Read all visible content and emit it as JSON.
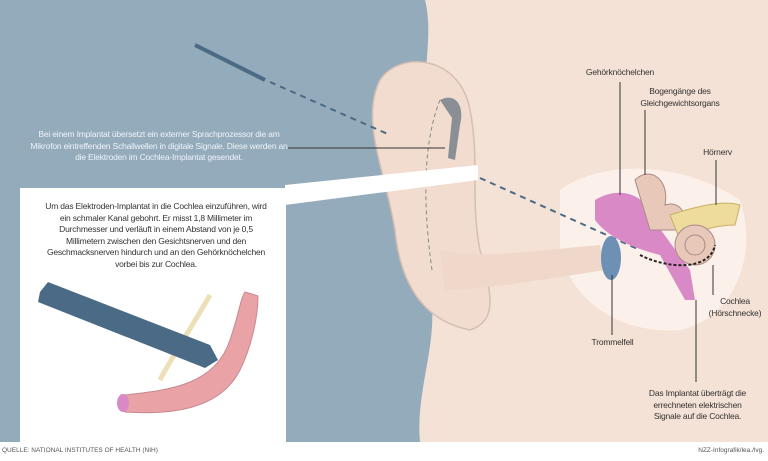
{
  "intro_text": "Bei einem Implantat übersetzt ein externer Sprachprozessor die am Mikrofon eintreffenden Schallwellen in digitale Signale. Diese werden an die Elektroden im Cochlea-Implantat gesendet.",
  "inset_text": "Um das Elektroden-Implantat in die Cochlea einzuführen, wird ein schmaler Kanal gebohrt. Er misst 1,8 Millimeter im Durchmesser und verläuft in einem Abstand von je 0,5 Millimetern zwischen den Gesichtsnerven und den Geschmacksnerven hindurch und an den Gehörknöchelchen vorbei bis zur Cochlea.",
  "labels": {
    "ossicles": "Gehörknöchelchen",
    "semicircular": "Bogengänge des Gleichgewichtsorgans",
    "nerve": "Hörnerv",
    "cochlea": "Cochlea (Hörschnecke)",
    "eardrum": "Trommelfell",
    "implant": "Das Implantat überträgt die errechneten elektrischen Signale auf die Cochlea."
  },
  "footer": {
    "source": "QUELLE: NATIONAL INSTITUTES OF HEALTH (NIH)",
    "credit": "NZZ-Infografik/lea./lvg."
  },
  "colors": {
    "background": "#94abbc",
    "skin": "#f4e2d6",
    "pink": "#d98ac6",
    "tool": "#4a6a86"
  }
}
